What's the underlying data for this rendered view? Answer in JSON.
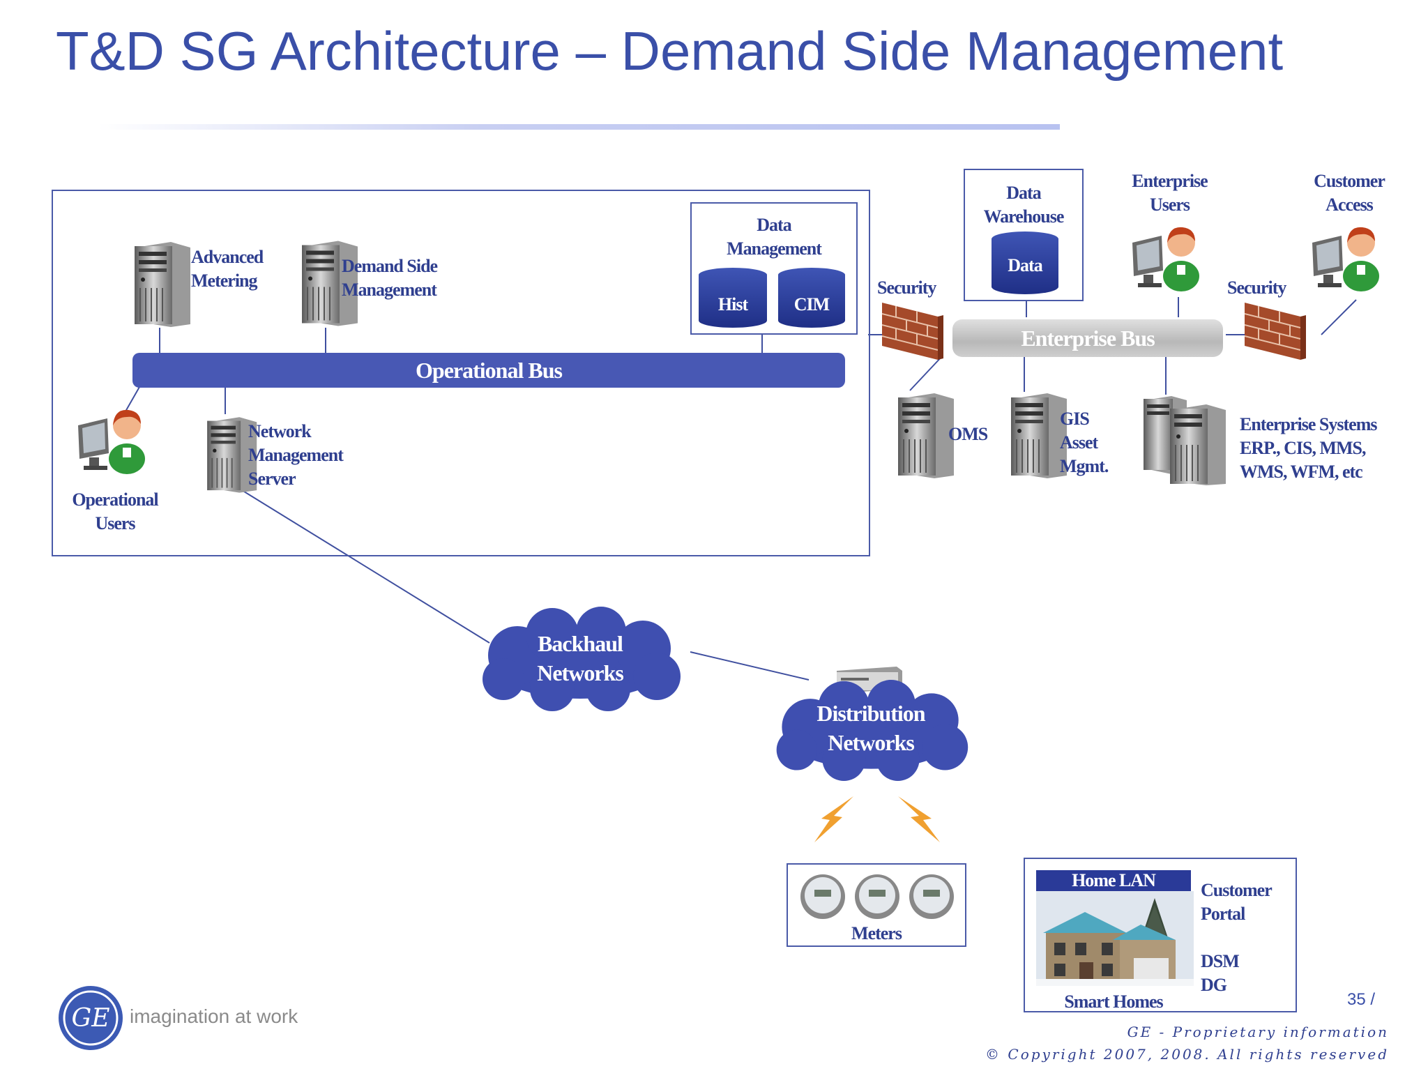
{
  "title": "T&D SG Architecture – Demand Side Management",
  "operational": {
    "advanced_metering": [
      "Advanced",
      "Metering"
    ],
    "demand_side_management": [
      "Demand Side",
      "Management"
    ],
    "data_management": [
      "Data",
      "Management"
    ],
    "hist": "Hist",
    "cim": "CIM",
    "operational_bus": "Operational Bus",
    "network_management_server": [
      "Network",
      "Management",
      "Server"
    ],
    "operational_users": [
      "Operational",
      "Users"
    ]
  },
  "enterprise": {
    "data_warehouse": [
      "Data",
      "Warehouse"
    ],
    "data": "Data",
    "enterprise_users": [
      "Enterprise",
      "Users"
    ],
    "customer_access": [
      "Customer",
      "Access"
    ],
    "security_left": "Security",
    "security_right": "Security",
    "enterprise_bus": "Enterprise Bus",
    "oms": "OMS",
    "gis": [
      "GIS",
      "Asset",
      "Mgmt."
    ],
    "enterprise_systems": [
      "Enterprise Systems",
      "ERP., CIS, MMS,",
      "WMS, WFM, etc"
    ]
  },
  "networks": {
    "backhaul": [
      "Backhaul",
      "Networks"
    ],
    "distribution": [
      "Distribution",
      "Networks"
    ]
  },
  "meters": "Meters",
  "home": {
    "home_lan": "Home LAN",
    "customer_portal": [
      "Customer",
      "Portal"
    ],
    "dsm": "DSM",
    "dg": "DG",
    "smart_homes": "Smart Homes"
  },
  "footer": {
    "page_number": "35 /",
    "tagline": "imagination at work",
    "logo_text": "GE",
    "proprietary": "GE - Proprietary information",
    "copyright": "© Copyright 2007, 2008. All rights reserved"
  },
  "colors": {
    "title_blue": "#3a4fa8",
    "bus_blue": "#4858b4",
    "label_navy": "#2f3f8f"
  }
}
